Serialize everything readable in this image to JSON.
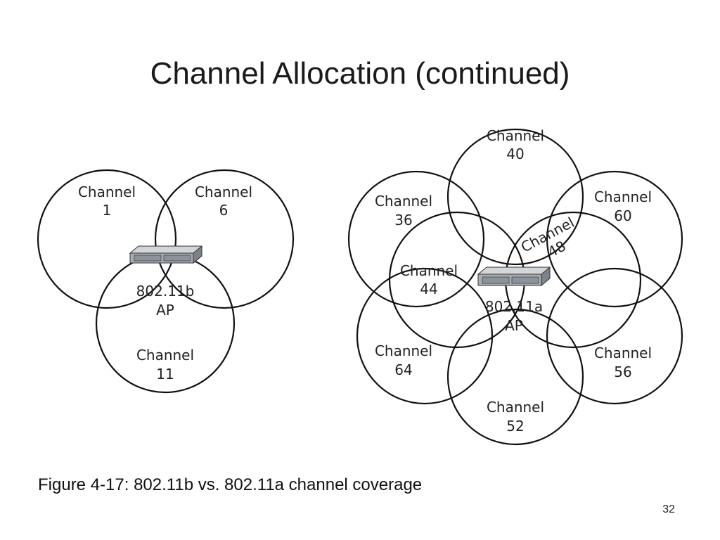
{
  "slide": {
    "title": "Channel Allocation (continued)",
    "caption": "Figure 4-17: 802.11b vs. 802.11a channel coverage",
    "page_number": "32"
  },
  "diagram_b": {
    "ap_label_line1": "802.11b",
    "ap_label_line2": "AP",
    "ap_icon": "access-point-icon",
    "channels": [
      {
        "line1": "Channel",
        "line2": "1"
      },
      {
        "line1": "Channel",
        "line2": "6"
      },
      {
        "line1": "Channel",
        "line2": "11"
      }
    ]
  },
  "diagram_a": {
    "ap_label_line1": "802.11a",
    "ap_label_line2": "AP",
    "ap_icon": "access-point-icon",
    "channels": [
      {
        "line1": "Channel",
        "line2": "40"
      },
      {
        "line1": "Channel",
        "line2": "36"
      },
      {
        "line1": "Channel",
        "line2": "60"
      },
      {
        "line1": "Channel",
        "line2": "48"
      },
      {
        "line1": "Channel",
        "line2": "44"
      },
      {
        "line1": "Channel",
        "line2": "64"
      },
      {
        "line1": "Channel",
        "line2": "56"
      },
      {
        "line1": "Channel",
        "line2": "52"
      }
    ]
  },
  "colors": {
    "stroke": "#111111",
    "ap_body": "#a9aeb3",
    "ap_top": "#d3d6d9",
    "ap_front": "#7c8288"
  }
}
